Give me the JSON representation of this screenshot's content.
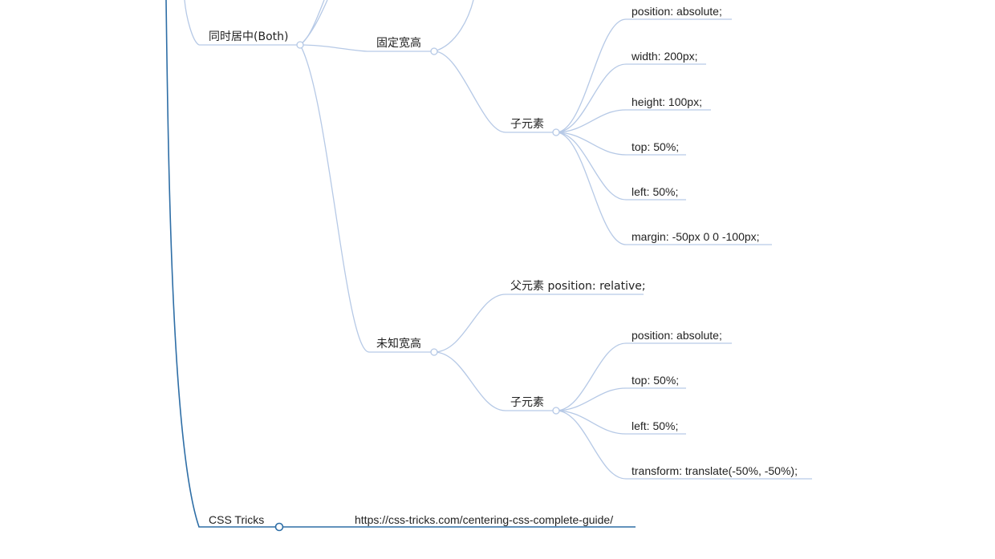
{
  "colors": {
    "branch_dark": "#2e6ea6",
    "branch_light": "#b6c9e6",
    "node_fill": "#ffffff",
    "text": "#222222"
  },
  "nodes": {
    "both": "同时居中(Both)",
    "fixed": "固定宽高",
    "fixed_child": "子元素",
    "fixed_child_props": [
      "position: absolute;",
      "width: 200px;",
      "height: 100px;",
      "top: 50%;",
      "left: 50%;",
      "margin: -50px 0 0 -100px;"
    ],
    "unknown": "未知宽高",
    "unknown_parent": "父元素 position: relative;",
    "unknown_child": "子元素",
    "unknown_child_props": [
      "position: absolute;",
      "top: 50%;",
      "left: 50%;",
      "transform: translate(-50%, -50%);"
    ],
    "css_tricks": "CSS Tricks",
    "css_tricks_link": "https://css-tricks.com/centering-css-complete-guide/"
  }
}
